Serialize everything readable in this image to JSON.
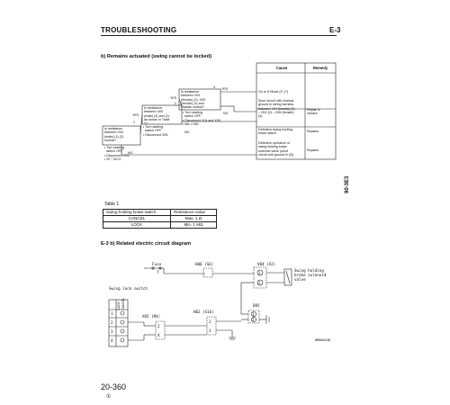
{
  "header": {
    "title": "TROUBLESHOOTING",
    "code": "E-3"
  },
  "section_b": {
    "title": "b) Remains actuated (swing cannot be locked)"
  },
  "flowchart": {
    "cause_header": "Cause",
    "remedy_header": "Remedy",
    "box1": "Is resistance\nbetween V04\n(male) (1) (2)\nnormal?",
    "box1_note": "• Turn starting\n  switch OFF.\n• Disconnect V04.\n• 20 ~ 60 Ω",
    "box2": "Is resistance\nbetween X05\n(male) (4) and (2)\nas shown in Table\n1?",
    "box2_note": "• Turn starting\n  switch OFF.\n• Disconnect X05.",
    "box3": "Is resistance\nbetween V04\n(female) (2), X05\n(female) (4) and\nchassis normal?",
    "box3_note": "• Turn starting\n  switch OFF.\n• Disconnect V04 and X05.\n• Min 1 MΩ",
    "num1": "1",
    "num2": "2",
    "num3": "3",
    "yes": "YES",
    "no": "NO",
    "causes": [
      "Go to H Mode (F-17)",
      "Short circuit with chassis\nground in wiring harness\nbetween V04 (female) (2)\n– H02 (2) – X05 (female)\n(4)",
      "Defective swing holding\nbrake switch",
      "Defective operation of\nswing holding brake\nsolenoid valve (short\ncircuit with ground in (2))"
    ],
    "remedies": [
      "",
      "Repair or\nreplace",
      "Replace",
      "Replace"
    ]
  },
  "table1": {
    "label": "Table 1",
    "headers": [
      "Swing holding brake switch",
      "Resistance value"
    ],
    "rows": [
      [
        "CANCEL",
        "Max. 1 Ω"
      ],
      [
        "LOCK",
        "Min. 1 MΩ"
      ]
    ]
  },
  "section_e3b": {
    "title": "E-3 b)  Related electric circuit diagram"
  },
  "circuit": {
    "fuse": "Fuse",
    "h06": "H06 (S6)",
    "v04": "V04 (X2)",
    "h02": "H02 (S16)",
    "d05": "D05",
    "x05": "X05 (M4)",
    "swing_lock_switch": "Swing lock switch",
    "lock": "LOCK",
    "cancel": "CANCEL",
    "solenoid_label": "Swing holding\nbrake solenoid\nvalve",
    "fuse_pin": "7",
    "pins": [
      "1",
      "2",
      "3",
      "4"
    ],
    "circ": {
      "c1": "1",
      "c2": "2",
      "c3": "3",
      "c4": "4"
    },
    "drawing_no": "8MW40248"
  },
  "side_label": "90-3E3",
  "page": {
    "number": "20-360",
    "sub": "①"
  }
}
